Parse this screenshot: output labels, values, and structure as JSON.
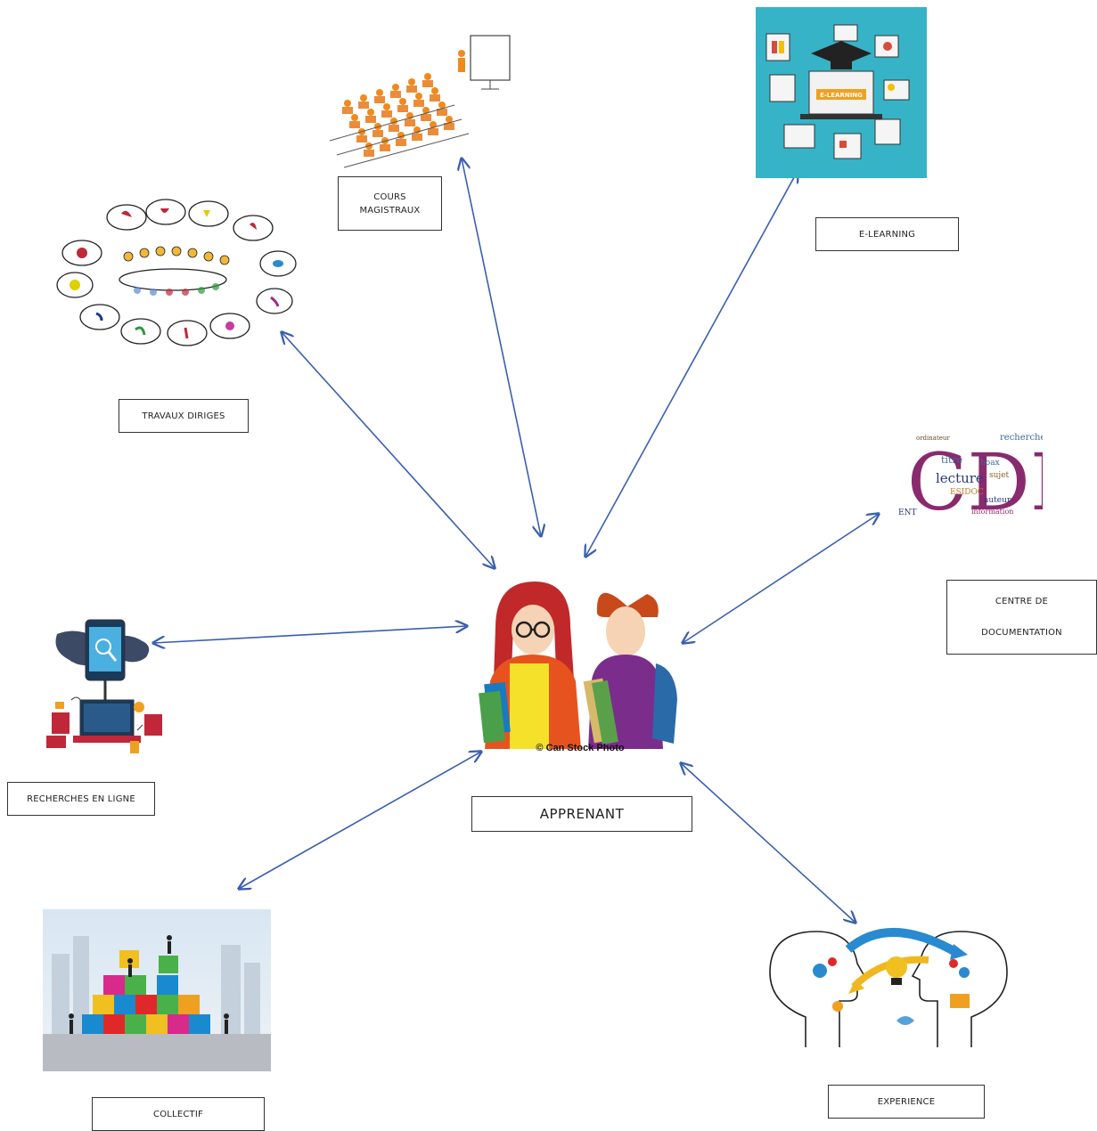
{
  "center": {
    "label": "APPRENANT",
    "caption": "© Can Stock Photo"
  },
  "nodes": [
    {
      "id": "cours",
      "lines": [
        "COURS",
        "MAGISTRAUX"
      ]
    },
    {
      "id": "elearning",
      "label": "E-LEARNING",
      "image_text": "E-LEARNING"
    },
    {
      "id": "travaux",
      "label": "TRAVAUX DIRIGES"
    },
    {
      "id": "cdi",
      "lines": [
        "CENTRE DE",
        "DOCUMENTATION"
      ],
      "image_words": [
        "CDI",
        "lecture",
        "titre",
        "recherche",
        "ordinateur",
        "hoax",
        "sujet",
        "ESIDOC",
        "auteur",
        "information",
        "ENT"
      ]
    },
    {
      "id": "recherches",
      "label": "RECHERCHES EN LIGNE"
    },
    {
      "id": "collectif",
      "label": "COLLECTIF"
    },
    {
      "id": "experience",
      "label": "EXPERIENCE"
    }
  ],
  "colors": {
    "arrow": "#3a5fb0",
    "box_border": "#333333",
    "elearning_bg": "#36b3c7",
    "cdi_purple": "#8a2a6e"
  }
}
